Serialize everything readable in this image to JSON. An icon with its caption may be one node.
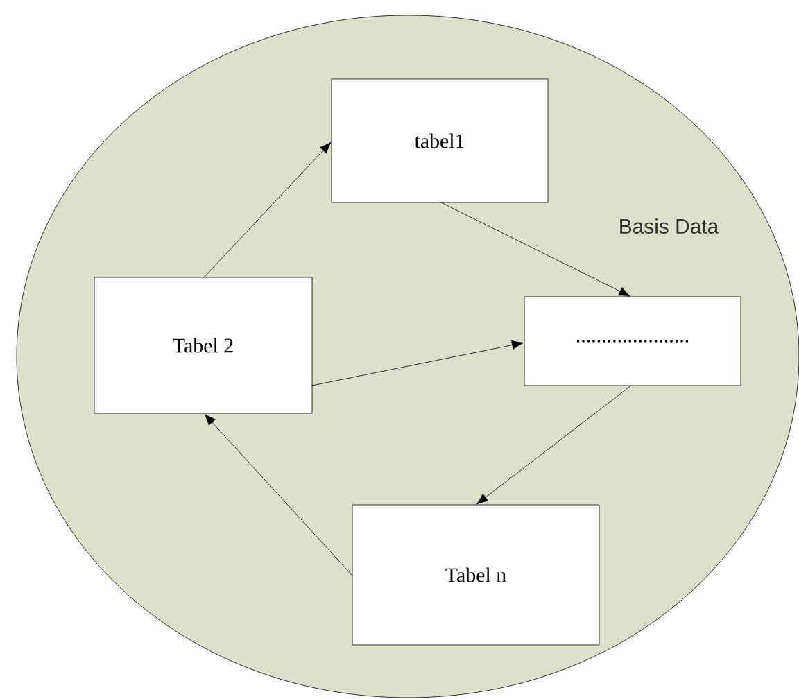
{
  "diagram": {
    "nodes": [
      {
        "text": [
          "Basis Data"
        ]
      },
      {
        "text": [
          "tabel1"
        ],
        "in": 0
      },
      {
        "text": [
          "Tabel 2"
        ],
        "in": 0
      },
      {
        "text": [
          "......................"
        ],
        "in": 0
      },
      {
        "text": [
          "Tabel n"
        ],
        "in": 0
      }
    ],
    "edges": [
      {
        "from": 2,
        "to": 1,
        "arrow": "to"
      },
      {
        "from": 1,
        "to": 3,
        "arrow": "to"
      },
      {
        "from": 2,
        "to": 3,
        "arrow": "to"
      },
      {
        "from": 3,
        "to": 4,
        "arrow": "to"
      },
      {
        "from": 4,
        "to": 2,
        "arrow": "to"
      }
    ]
  }
}
